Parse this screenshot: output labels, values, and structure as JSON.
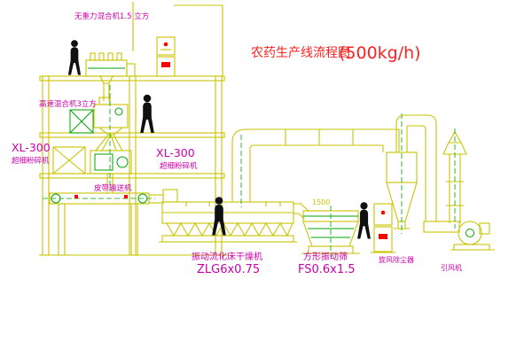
{
  "title": {
    "text": "农药生产线流程图",
    "capacity": "(500kg/h)"
  },
  "labels": {
    "top_mixer": "无重力混合机1.5 立方",
    "high_speed_mixer": "高速混合机3立方",
    "mill_left_model": "XL-300",
    "mill_left_name": "超细粉碎机",
    "mill_right_model": "XL-300",
    "mill_right_name": "超细粉碎机",
    "belt_conveyor": "皮带输送机",
    "dryer_name": "振动流化床干燥机",
    "dryer_model": "ZLG6x0.75",
    "sieve_name": "方形振动筛",
    "sieve_model": "FS0.6x1.5",
    "cyclone": "旋风除尘器",
    "fan": "引风机",
    "dim_sieve": "1500"
  },
  "colors": {
    "line": "#c9c400",
    "detail": "#00a400",
    "label": "#cc00aa",
    "title": "#ff2121",
    "figure": "#101010",
    "alarm": "#ff0000"
  }
}
